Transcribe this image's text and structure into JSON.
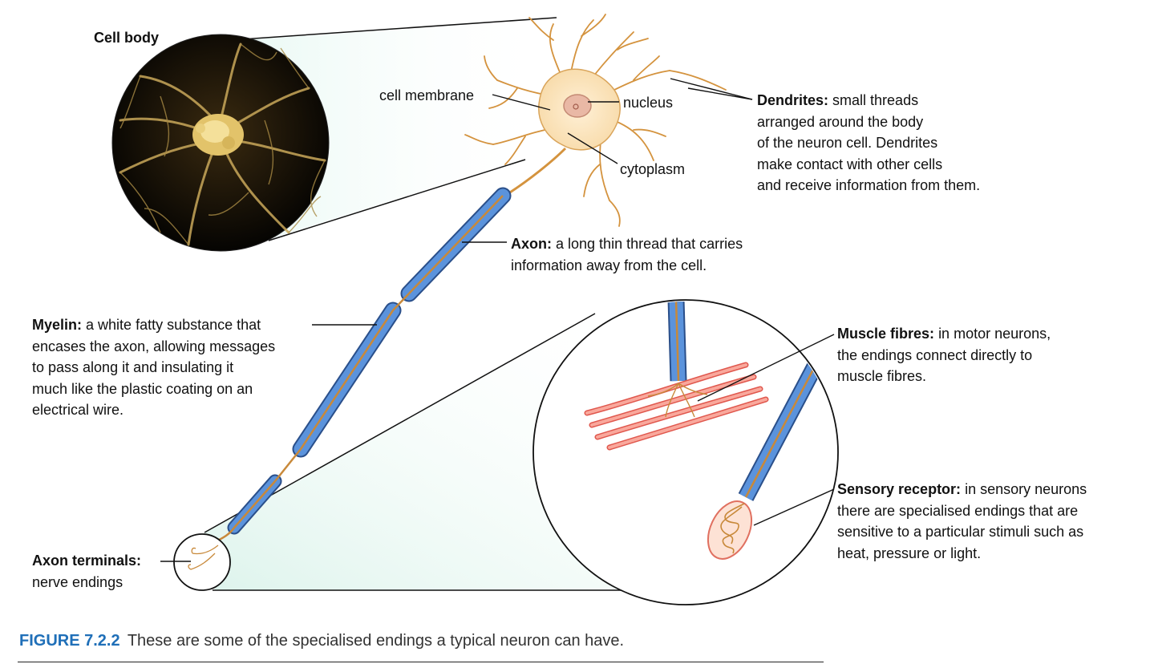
{
  "labels": {
    "cell_body": "Cell body",
    "cell_membrane": "cell membrane",
    "nucleus": "nucleus",
    "cytoplasm": "cytoplasm",
    "dendrites": {
      "term": "Dendrites:",
      "line1": "small threads",
      "line2": "arranged around the body",
      "line3": "of the neuron cell. Dendrites",
      "line4": "make contact with other cells",
      "line5": "and receive information from them."
    },
    "axon": {
      "term": "Axon:",
      "line1": "a long thin thread that carries",
      "line2": "information away from the cell."
    },
    "myelin": {
      "term": "Myelin:",
      "line1": "a white fatty substance that",
      "line2": "encases the axon, allowing messages",
      "line3": "to pass along it and insulating it",
      "line4": "much like the plastic coating on an",
      "line5": "electrical wire."
    },
    "axon_terminals": {
      "term": "Axon terminals:",
      "line1": "nerve endings"
    },
    "muscle_fibres": {
      "term": "Muscle fibres:",
      "line1": "in motor neurons,",
      "line2": "the endings connect directly to",
      "line3": "muscle fibres."
    },
    "sensory_receptor": {
      "term": "Sensory receptor:",
      "line1": "in sensory neurons",
      "line2": "there are specialised endings that are",
      "line3": "sensitive to a particular stimuli such as",
      "line4": "heat, pressure or light."
    }
  },
  "caption": {
    "figure": "FIGURE 7.2.2",
    "text": "These are some of the specialised endings a typical neuron can have."
  },
  "colors": {
    "myelin": "#4a86d6",
    "axon": "#c8893a",
    "cell_body": "#fbe3b8",
    "muscle": "#f07f73",
    "caption_blue": "#1f6fb8",
    "glow": "#d8f4ec"
  }
}
